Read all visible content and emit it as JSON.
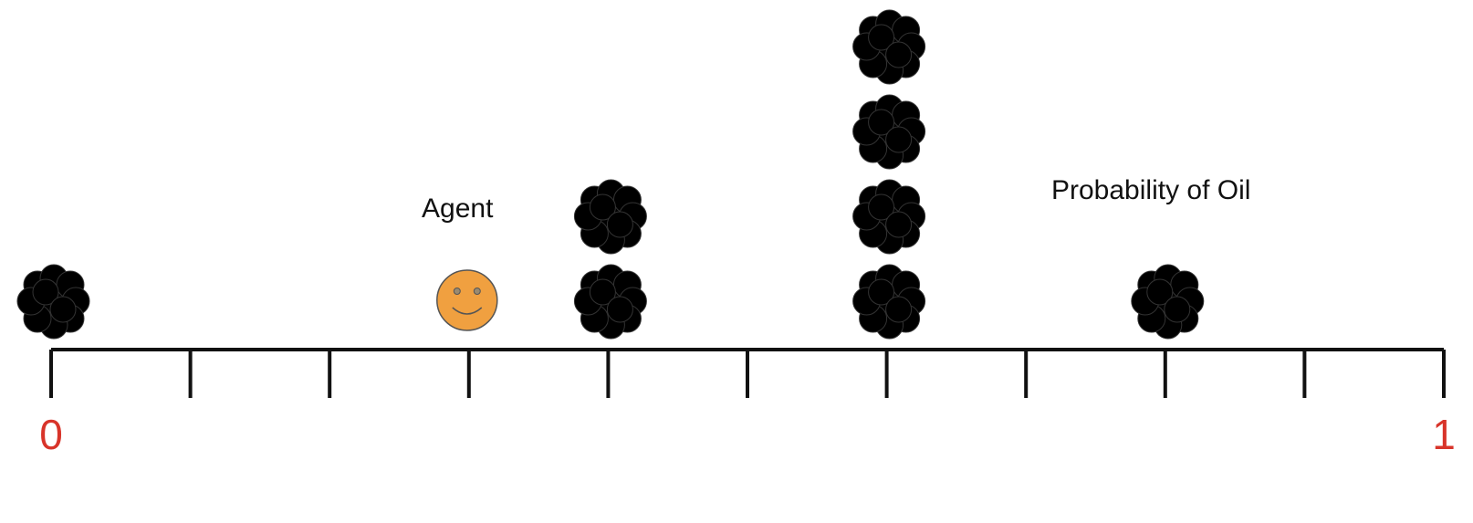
{
  "labels": {
    "agent": "Agent",
    "probability": "Probability of Oil",
    "scale_min": "0",
    "scale_max": "1"
  },
  "scale": {
    "min": 0,
    "max": 1,
    "ticks": 11
  },
  "agent": {
    "position": 0.3,
    "icon": "smiley-face-icon",
    "color": "#F0A040"
  },
  "oil_deposits": [
    {
      "position": 0.0,
      "count": 1
    },
    {
      "position": 0.4,
      "count": 2
    },
    {
      "position": 0.6,
      "count": 4
    },
    {
      "position": 0.8,
      "count": 1
    }
  ],
  "oil_icon": "oil-blob-icon",
  "colors": {
    "axis": "#111111",
    "scale_labels": "#D8342A",
    "oil": "#000000",
    "agent_fill": "#F0A040",
    "agent_stroke": "#555555"
  }
}
